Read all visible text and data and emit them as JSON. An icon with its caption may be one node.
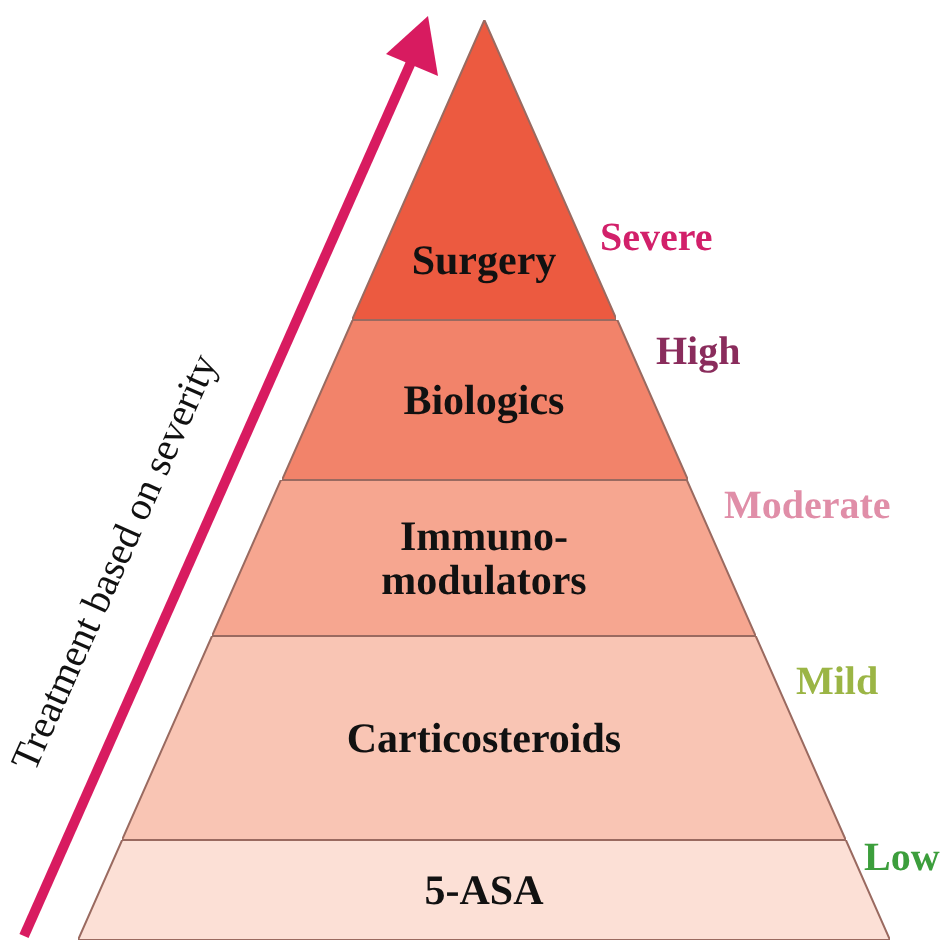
{
  "diagram": {
    "nodes": [
      {
        "text": [
          "Surgery"
        ],
        "beside": [
          "Severe"
        ]
      },
      {
        "text": [
          "Biologics"
        ],
        "beside": [
          "High"
        ]
      },
      {
        "text": [
          "Immuno-modulators"
        ],
        "beside": [
          "Moderate"
        ]
      },
      {
        "text": [
          "Carticosteroids"
        ],
        "beside": [
          "Mild"
        ]
      },
      {
        "text": [
          "5-ASA"
        ],
        "beside": [
          "Low"
        ]
      }
    ],
    "edges": [],
    "labels": [
      "Treatment based on severity"
    ]
  }
}
